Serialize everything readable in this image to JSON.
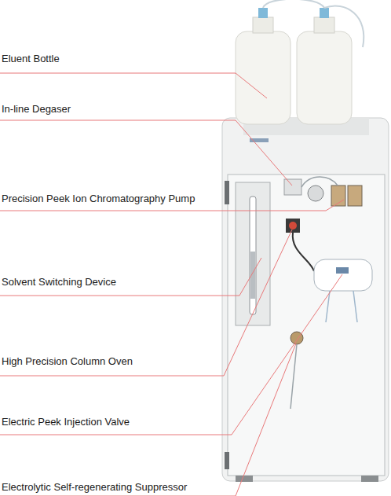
{
  "diagram": {
    "labels": [
      "Eluent Bottle",
      "In-line Degaser",
      "Precision Peek Ion Chromatography Pump",
      "Solvent Switching Device",
      "High Precision Column Oven",
      "Electric Peek Injection Valve",
      "Electrolytic Self-regenerating Suppressor"
    ]
  }
}
